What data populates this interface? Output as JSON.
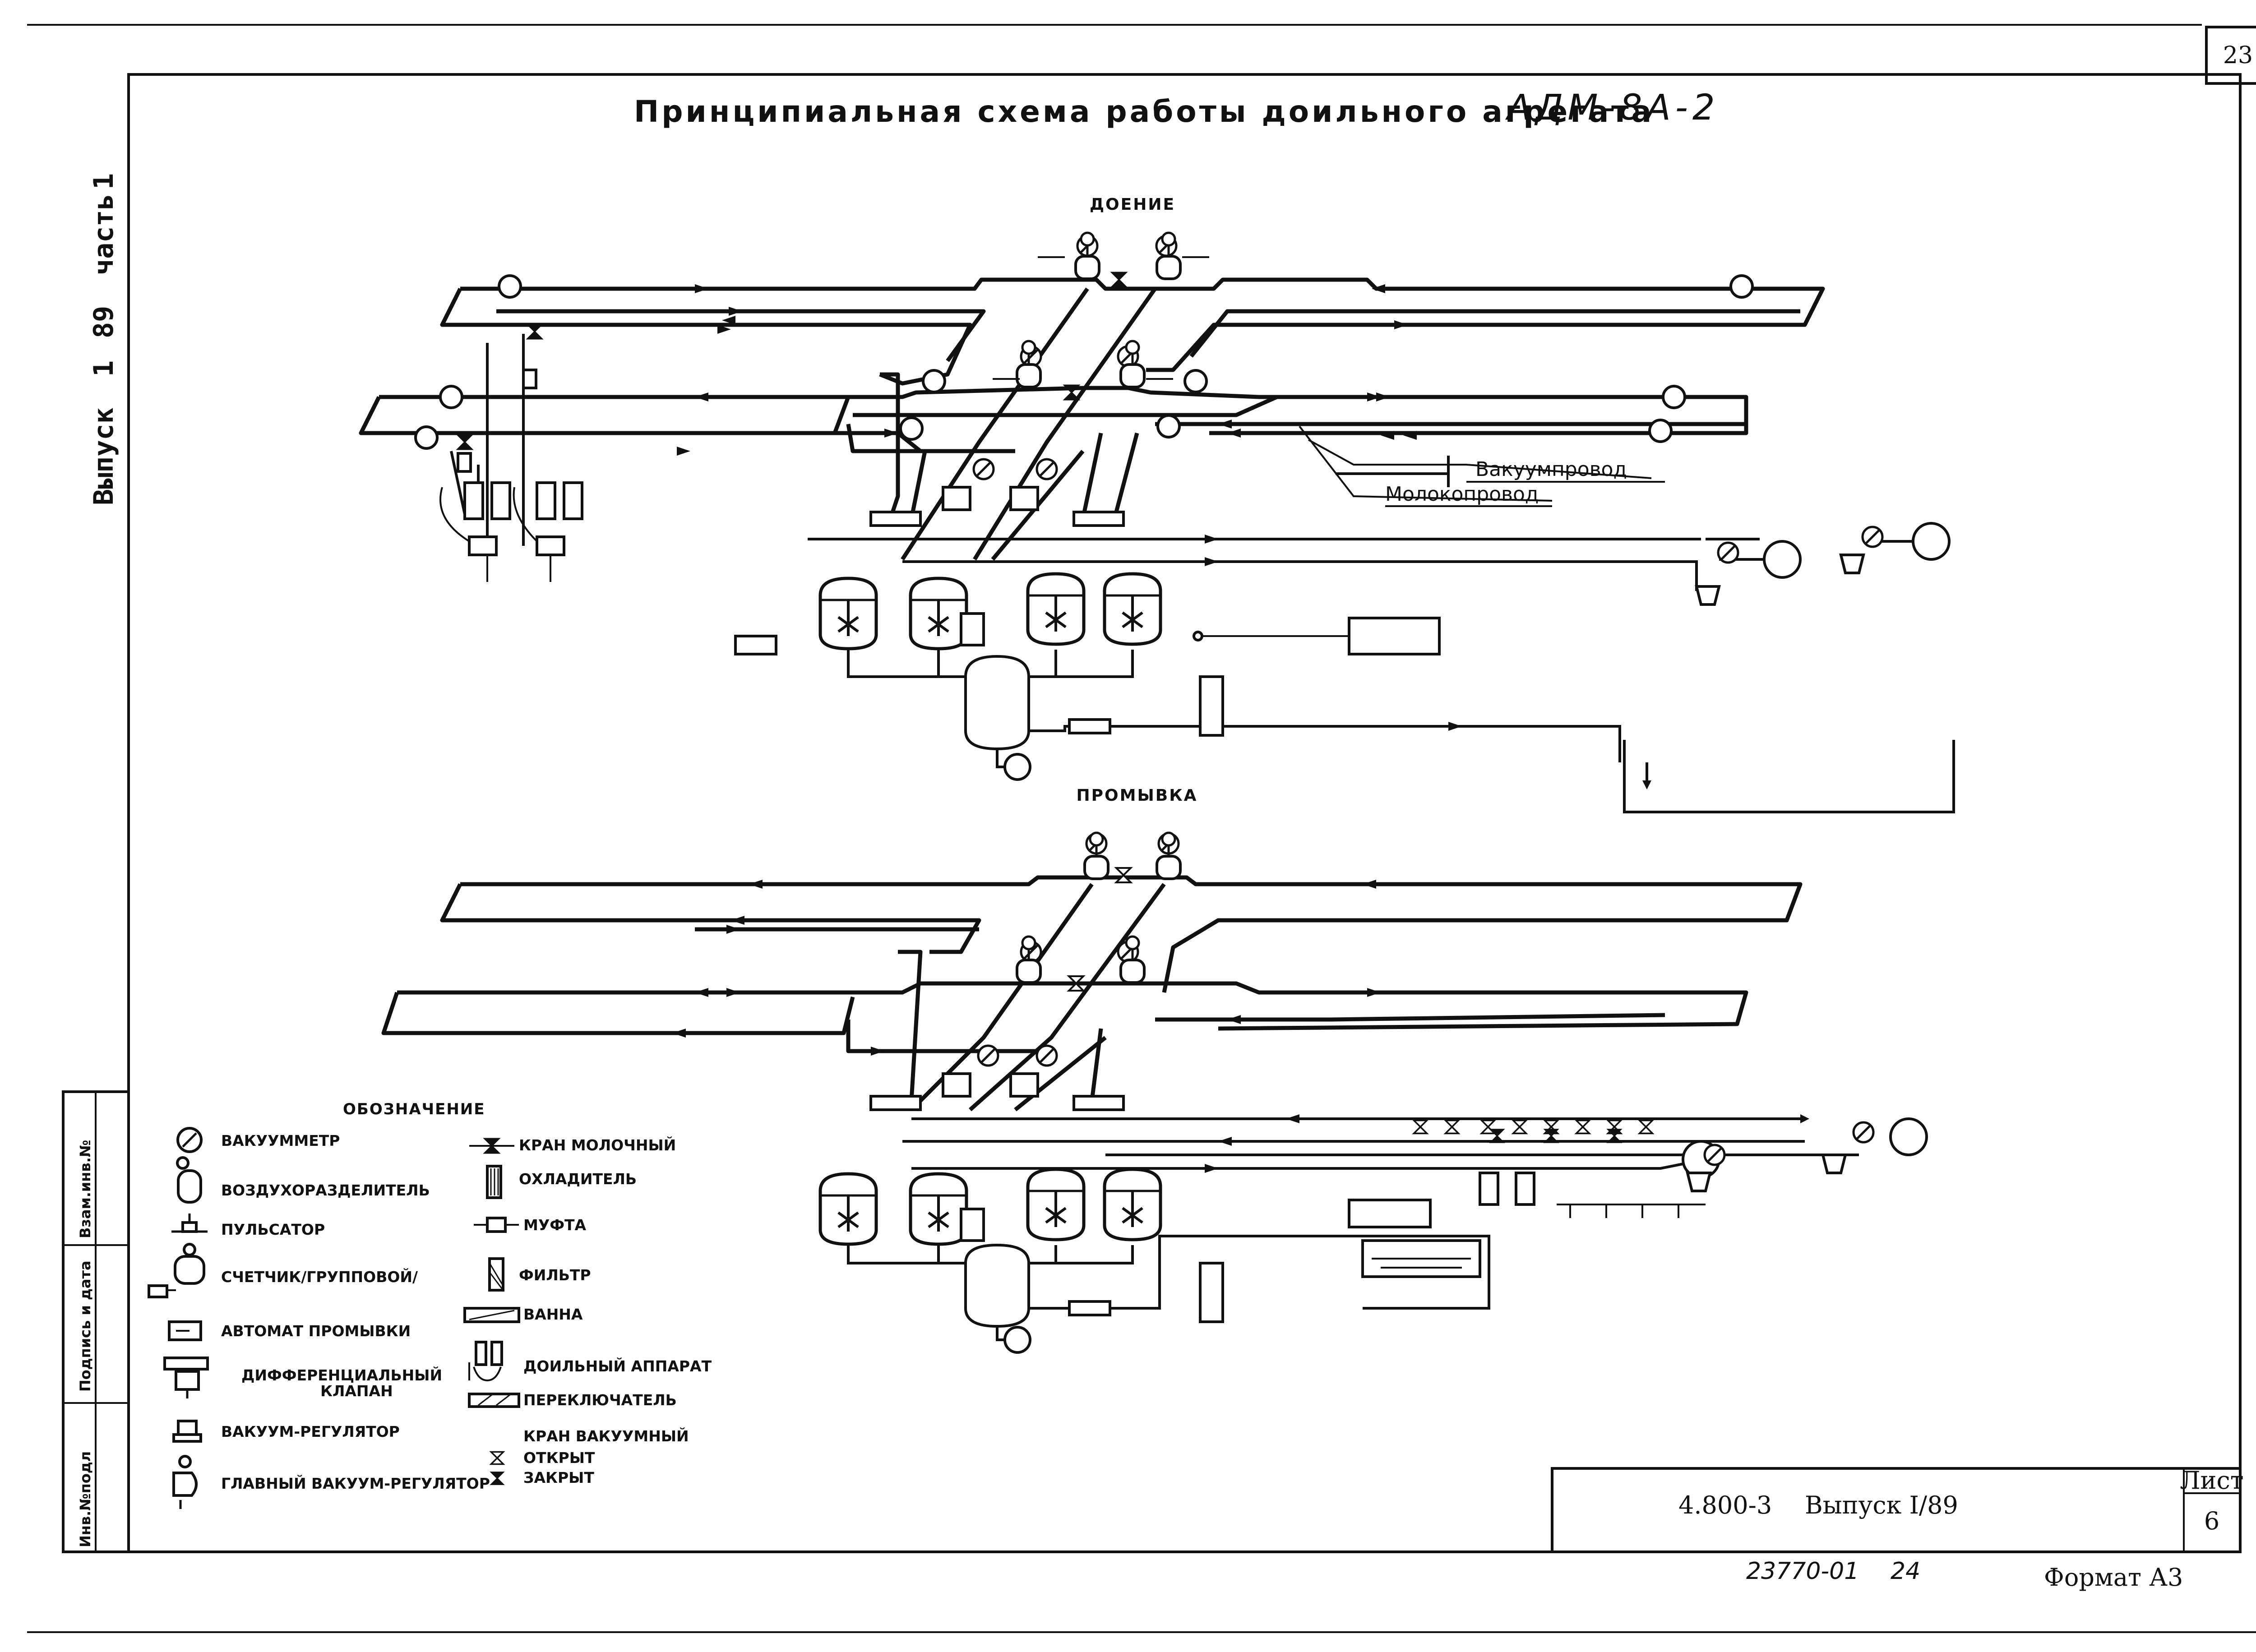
{
  "page_number": "23",
  "title": "Принципиальная схема работы доильного агрегата",
  "model": "АДМ-8А-2",
  "side_label": {
    "issue": "Выпуск",
    "issue_num": "1",
    "year": "89",
    "part": "часть",
    "part_num": "1"
  },
  "sections": {
    "milking": "ДОЕНИЕ",
    "washing": "ПРОМЫВКА"
  },
  "pipe_labels": {
    "vacuum": "Вакуумпровод",
    "milk": "Молокопровод"
  },
  "legend": {
    "heading": "ОБОЗНАЧЕНИЕ",
    "left_items": [
      {
        "icon": "vacuum-gauge-icon",
        "label": "ВАКУУММЕТР"
      },
      {
        "icon": "air-separator-icon",
        "label": "ВОЗДУХОРАЗДЕЛИТЕЛЬ"
      },
      {
        "icon": "pulsator-icon",
        "label": "ПУЛЬСАТОР"
      },
      {
        "icon": "group-counter-icon",
        "label": "СЧЕТЧИК/ГРУППОВОЙ/"
      },
      {
        "icon": "washing-automat-icon",
        "label": "АВТОМАТ ПРОМЫВКИ"
      },
      {
        "icon": "differential-valve-icon",
        "label": "ДИФФЕРЕНЦИАЛЬНЫЙ",
        "label2": "КЛАПАН"
      },
      {
        "icon": "vacuum-regulator-icon",
        "label": "ВАКУУМ-РЕГУЛЯТОР"
      },
      {
        "icon": "main-vacuum-regulator-icon",
        "label": "ГЛАВНЫЙ ВАКУУМ-РЕГУЛЯТОР"
      }
    ],
    "right_items": [
      {
        "icon": "milk-valve-icon",
        "label": "КРАН МОЛОЧНЫЙ"
      },
      {
        "icon": "cooler-icon",
        "label": "ОХЛАДИТЕЛЬ"
      },
      {
        "icon": "coupling-icon",
        "label": "МУФТА"
      },
      {
        "icon": "filter-icon",
        "label": "ФИЛЬТР"
      },
      {
        "icon": "bath-icon",
        "label": "ВАННА"
      },
      {
        "icon": "milking-unit-icon",
        "label": "ДОИЛЬНЫЙ АППАРАТ"
      },
      {
        "icon": "switch-icon",
        "label": "ПЕРЕКЛЮЧАТЕЛЬ"
      }
    ],
    "vacuum_valve": {
      "label": "КРАН ВАКУУМНЫЙ",
      "open": "ОТКРЫТ",
      "closed": "ЗАКРЫТ"
    }
  },
  "stamp_side": [
    "Взам.инв.№",
    "Подпись и дата",
    "Инв.№подл"
  ],
  "title_block": {
    "doc": "4.800-3",
    "issue": "Выпуск I/89",
    "sheet_label": "Лист",
    "sheet": "6"
  },
  "footer": {
    "code": "23770-01",
    "num": "24",
    "format": "Формат А3"
  }
}
